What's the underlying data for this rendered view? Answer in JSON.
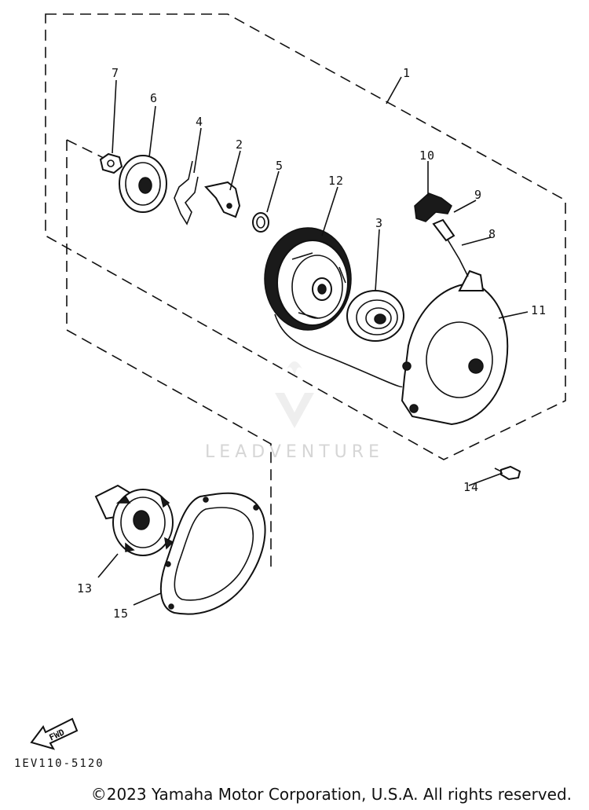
{
  "diagram": {
    "callouts": [
      "1",
      "2",
      "3",
      "4",
      "5",
      "6",
      "7",
      "8",
      "9",
      "10",
      "11",
      "12",
      "13",
      "14",
      "15"
    ],
    "part_code": "1EV110-5120",
    "fwd_label": "FWD",
    "watermark": "LEADVENTURE",
    "copyright": "©2023 Yamaha Motor Corporation, U.S.A. All rights reserved."
  }
}
